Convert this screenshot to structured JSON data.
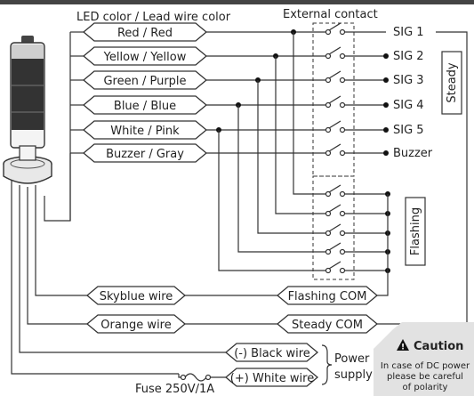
{
  "header": {
    "wire_color_caption": "LED color / Lead wire color",
    "contact_caption": "External contact"
  },
  "wires": [
    {
      "label": "Red / Red",
      "signal": "SIG 1"
    },
    {
      "label": "Yellow / Yellow",
      "signal": "SIG 2"
    },
    {
      "label": "Green / Purple",
      "signal": "SIG 3"
    },
    {
      "label": "Blue / Blue",
      "signal": "SIG 4"
    },
    {
      "label": "White / Pink",
      "signal": "SIG 5"
    },
    {
      "label": "Buzzer / Gray",
      "signal": "Buzzer"
    }
  ],
  "groups": {
    "steady": "Steady",
    "flashing": "Flashing"
  },
  "com": {
    "skyblue_wire": "Skyblue wire",
    "flashing_com": "Flashing COM",
    "orange_wire": "Orange wire",
    "steady_com": "Steady COM"
  },
  "power": {
    "black_wire": "(-) Black wire",
    "white_wire": "(+) White wire",
    "label_line1": "Power",
    "label_line2": "supply",
    "fuse": "Fuse 250V/1A"
  },
  "caution": {
    "title": "Caution",
    "line1": "In case of DC power",
    "line2": "please be careful",
    "line3": "of polarity"
  }
}
